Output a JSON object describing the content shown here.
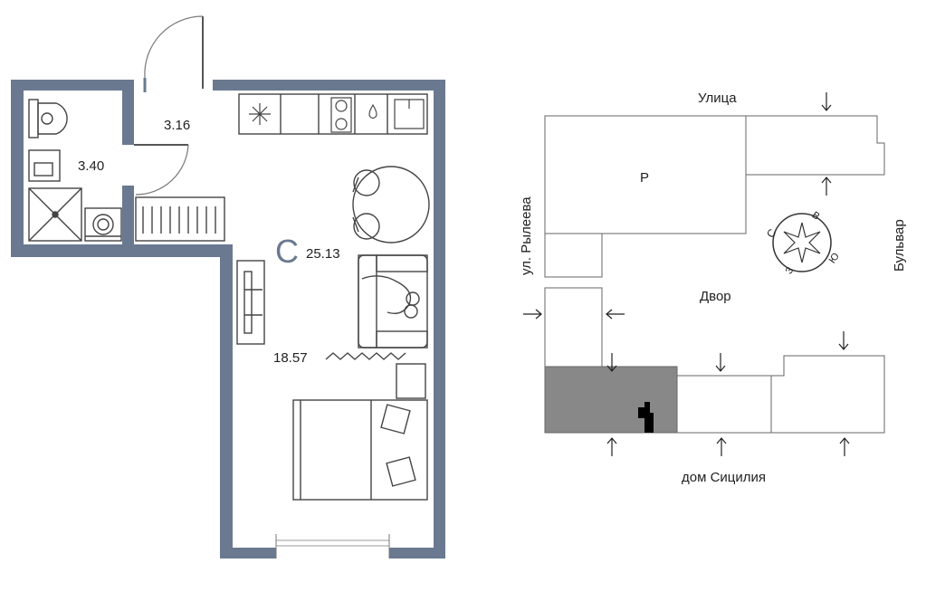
{
  "floorplan": {
    "bathroom_area": "3.40",
    "hall_area": "3.16",
    "living_area": "18.57",
    "total_area": "25.13",
    "studio_letter": "С",
    "colors": {
      "wall": "#6a7990",
      "furniture": "#444444",
      "highlight": "#888888"
    }
  },
  "site_plan": {
    "street_top": "Улица",
    "street_left": "ул. Рылеева",
    "street_right": "Бульвар",
    "street_bottom": "дом Сицилия",
    "courtyard": "Двор",
    "parking": "Р",
    "compass": {
      "north": "С",
      "east": "В",
      "south": "Ю",
      "west": "З"
    }
  }
}
